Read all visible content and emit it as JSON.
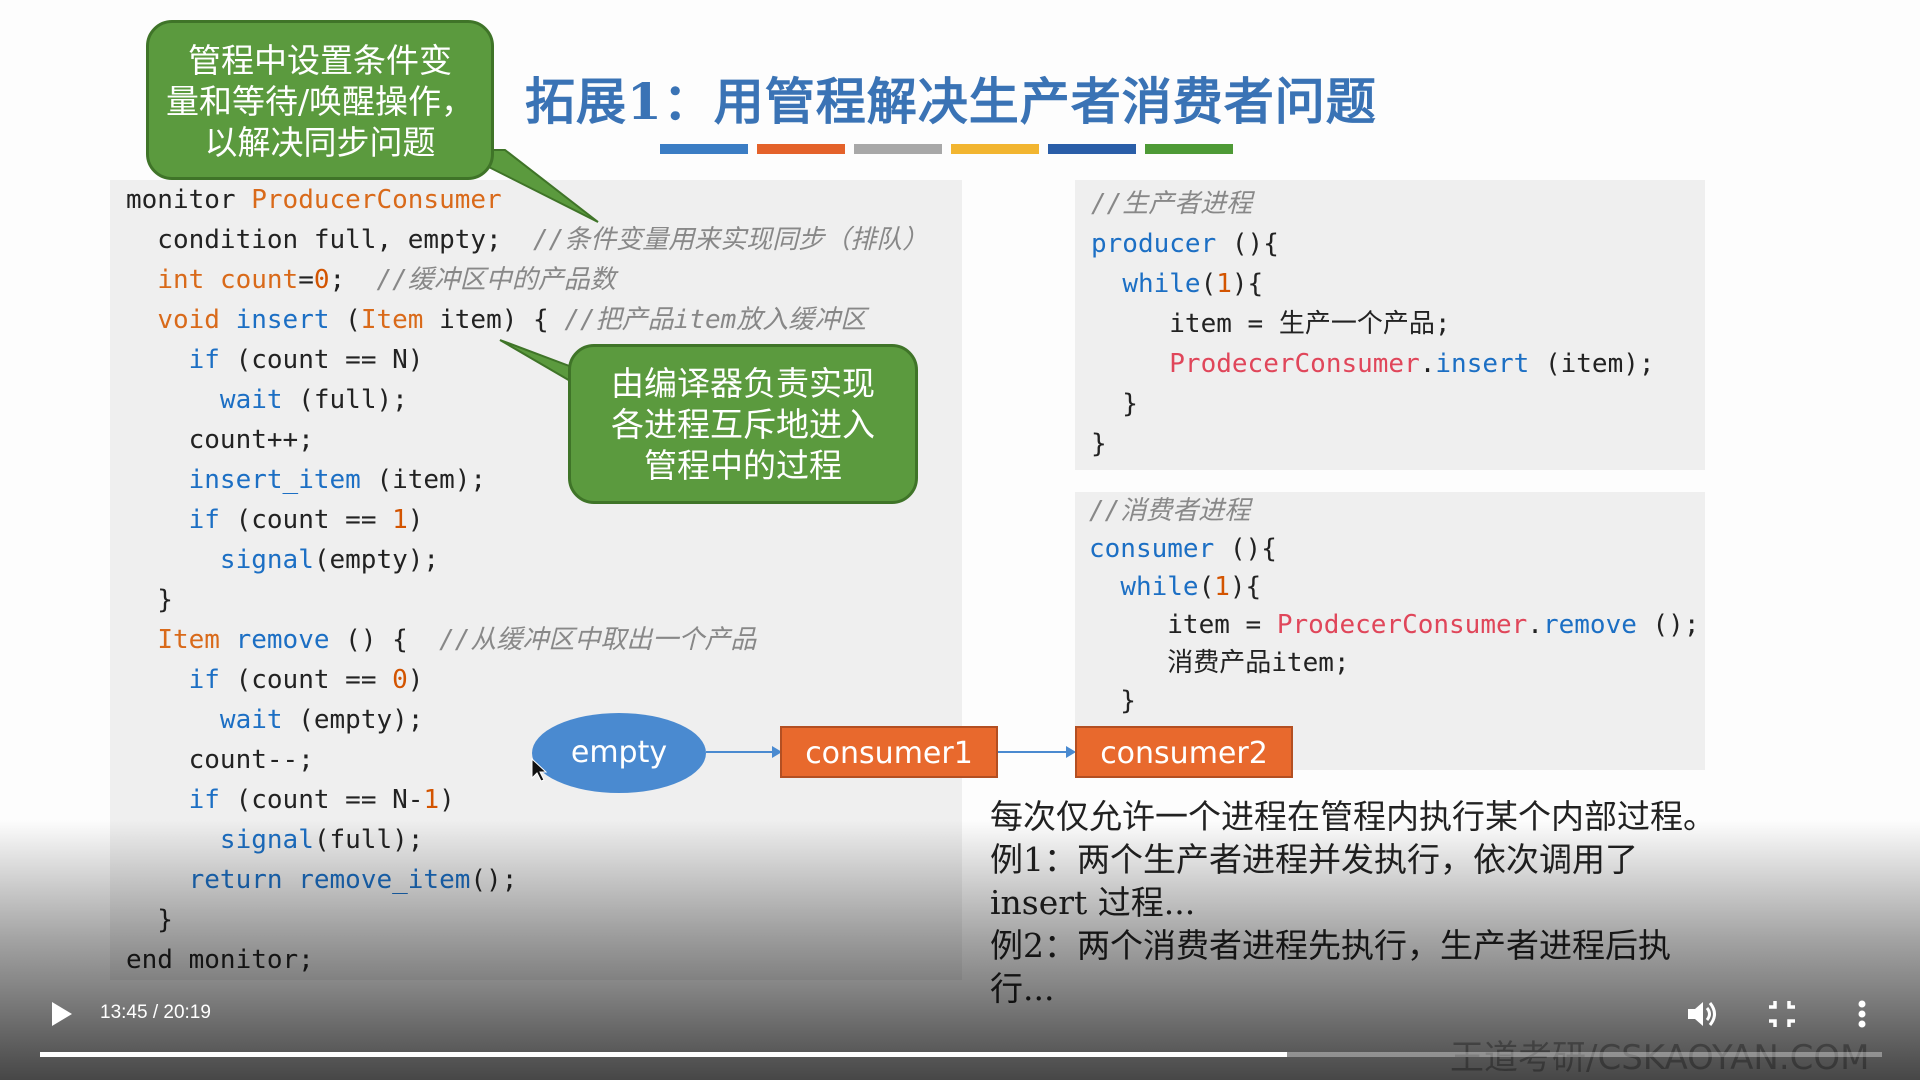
{
  "slide": {
    "title": "拓展1：用管程解决生产者消费者问题",
    "stripe_colors": [
      "#3b7dc4",
      "#e4622a",
      "#a8a8a8",
      "#f2b530",
      "#2a5ea8",
      "#4e9a36"
    ],
    "bubble_top": [
      "管程中设置条件变",
      "量和等待/唤醒操作，",
      "以解决同步问题"
    ],
    "bubble_mid": [
      "由编译器负责实现",
      "各进程互斥地进入",
      "管程中的过程"
    ],
    "diagram": {
      "oval": "empty",
      "box1": "consumer1",
      "box2": "consumer2"
    },
    "explain": [
      "每次仅允许一个进程在管程内执行某个内部过程。",
      "例1：两个生产者进程并发执行，依次调用了",
      "insert 过程...",
      "例2：两个消费者进程先执行，生产者进程后执",
      "行..."
    ],
    "watermark": "王道考研/CSKAOYAN.COM",
    "colors": {
      "title": "#3a73b5",
      "bubble": "#5b9a3e",
      "oval": "#4a8ad0",
      "box": "#e8692d"
    }
  },
  "player": {
    "time_display": "13:45 / 20:19",
    "progress_fraction": 0.677,
    "play_icon": "play-icon",
    "volume_icon": "volume-icon",
    "fullscreen_icon": "exit-fullscreen-icon",
    "more_icon": "more-vert-icon"
  }
}
